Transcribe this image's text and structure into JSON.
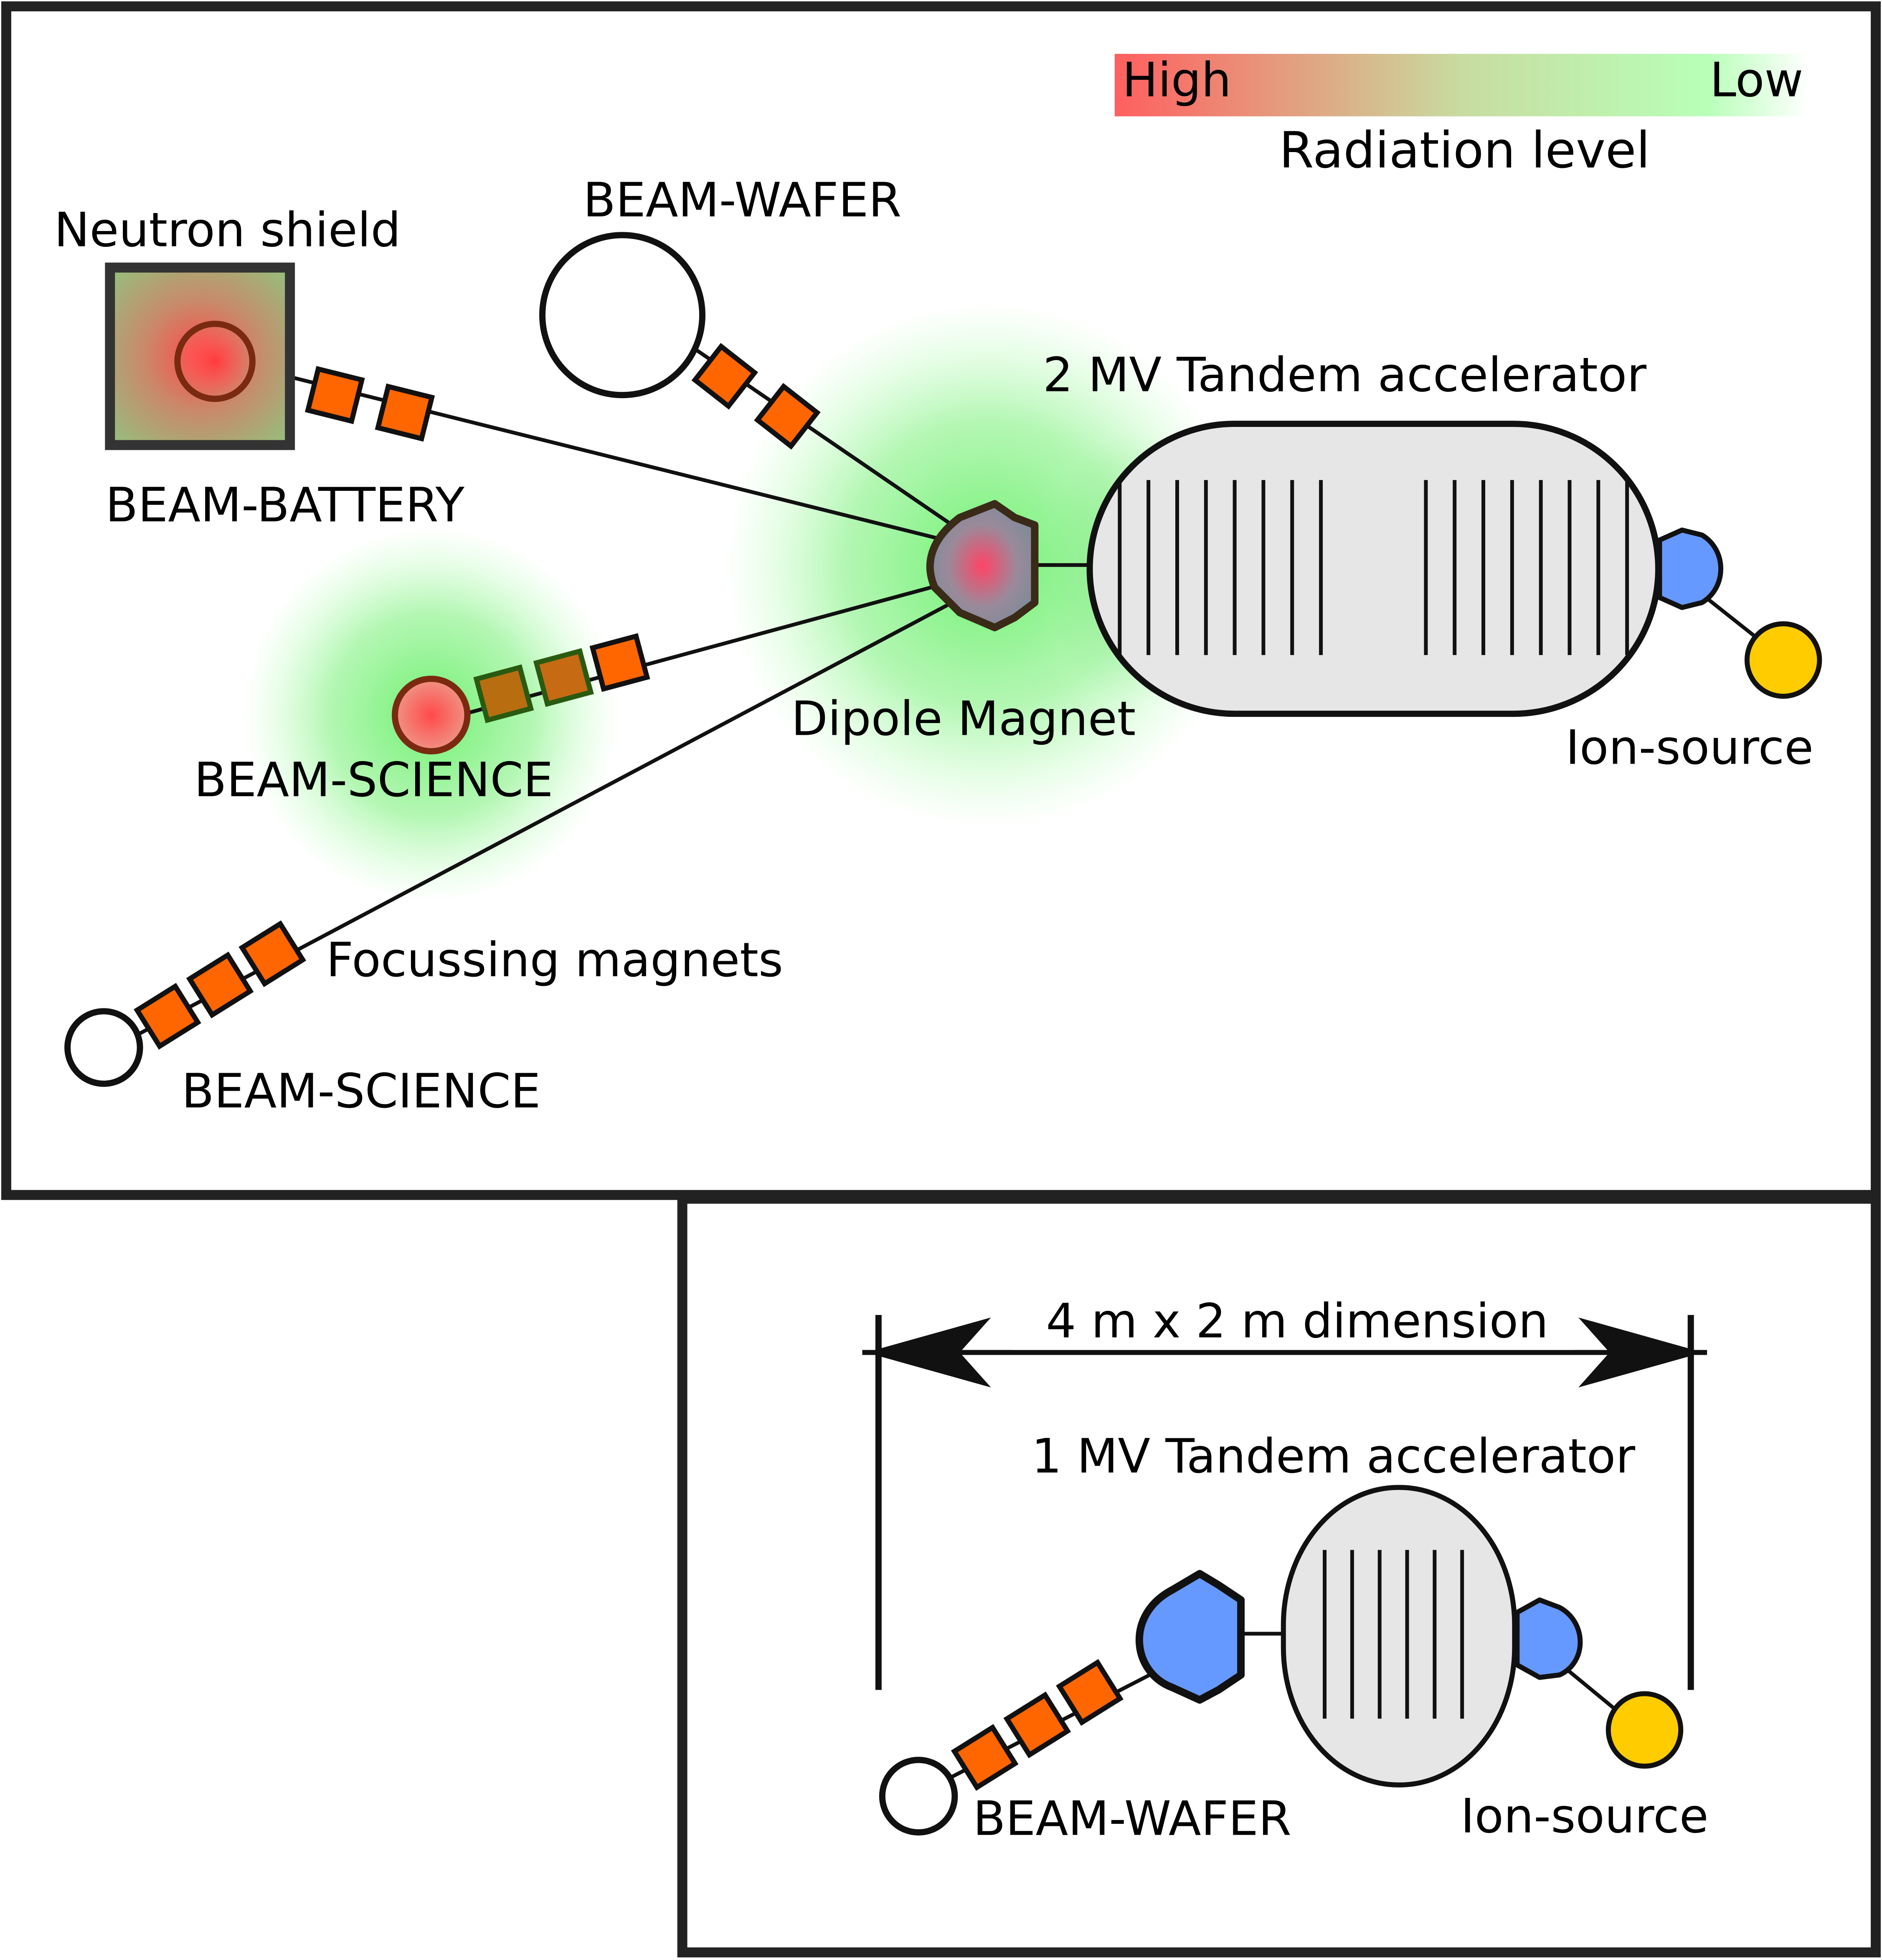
{
  "legend": {
    "high": "High",
    "low": "Low",
    "title": "Radiation level",
    "high_color": "#ff5f5f",
    "low_color": "#b8ffb8"
  },
  "top_panel": {
    "neutron_shield": "Neutron shield",
    "beam_battery": "BEAM-BATTERY",
    "beam_wafer": "BEAM-WAFER",
    "accelerator": "2 MV Tandem accelerator",
    "dipole_magnet": "Dipole Magnet",
    "beam_science_upper": "BEAM-SCIENCE",
    "focusing_magnets": "Focussing magnets",
    "beam_science_lower": "BEAM-SCIENCE",
    "ion_source": "Ion-source"
  },
  "bottom_panel": {
    "dimension": "4 m x 2 m dimension",
    "accelerator": "1 MV Tandem accelerator",
    "beam_wafer": "BEAM-WAFER",
    "ion_source": "Ion-source"
  },
  "colors": {
    "magnet_orange": "#ff6600",
    "ion_source_blue": "#6699ff",
    "ion_source_yellow": "#ffcc00",
    "tank_gray": "#e6e6e6",
    "glow_green": "#66ff66",
    "hot_red": "#ff3333"
  }
}
